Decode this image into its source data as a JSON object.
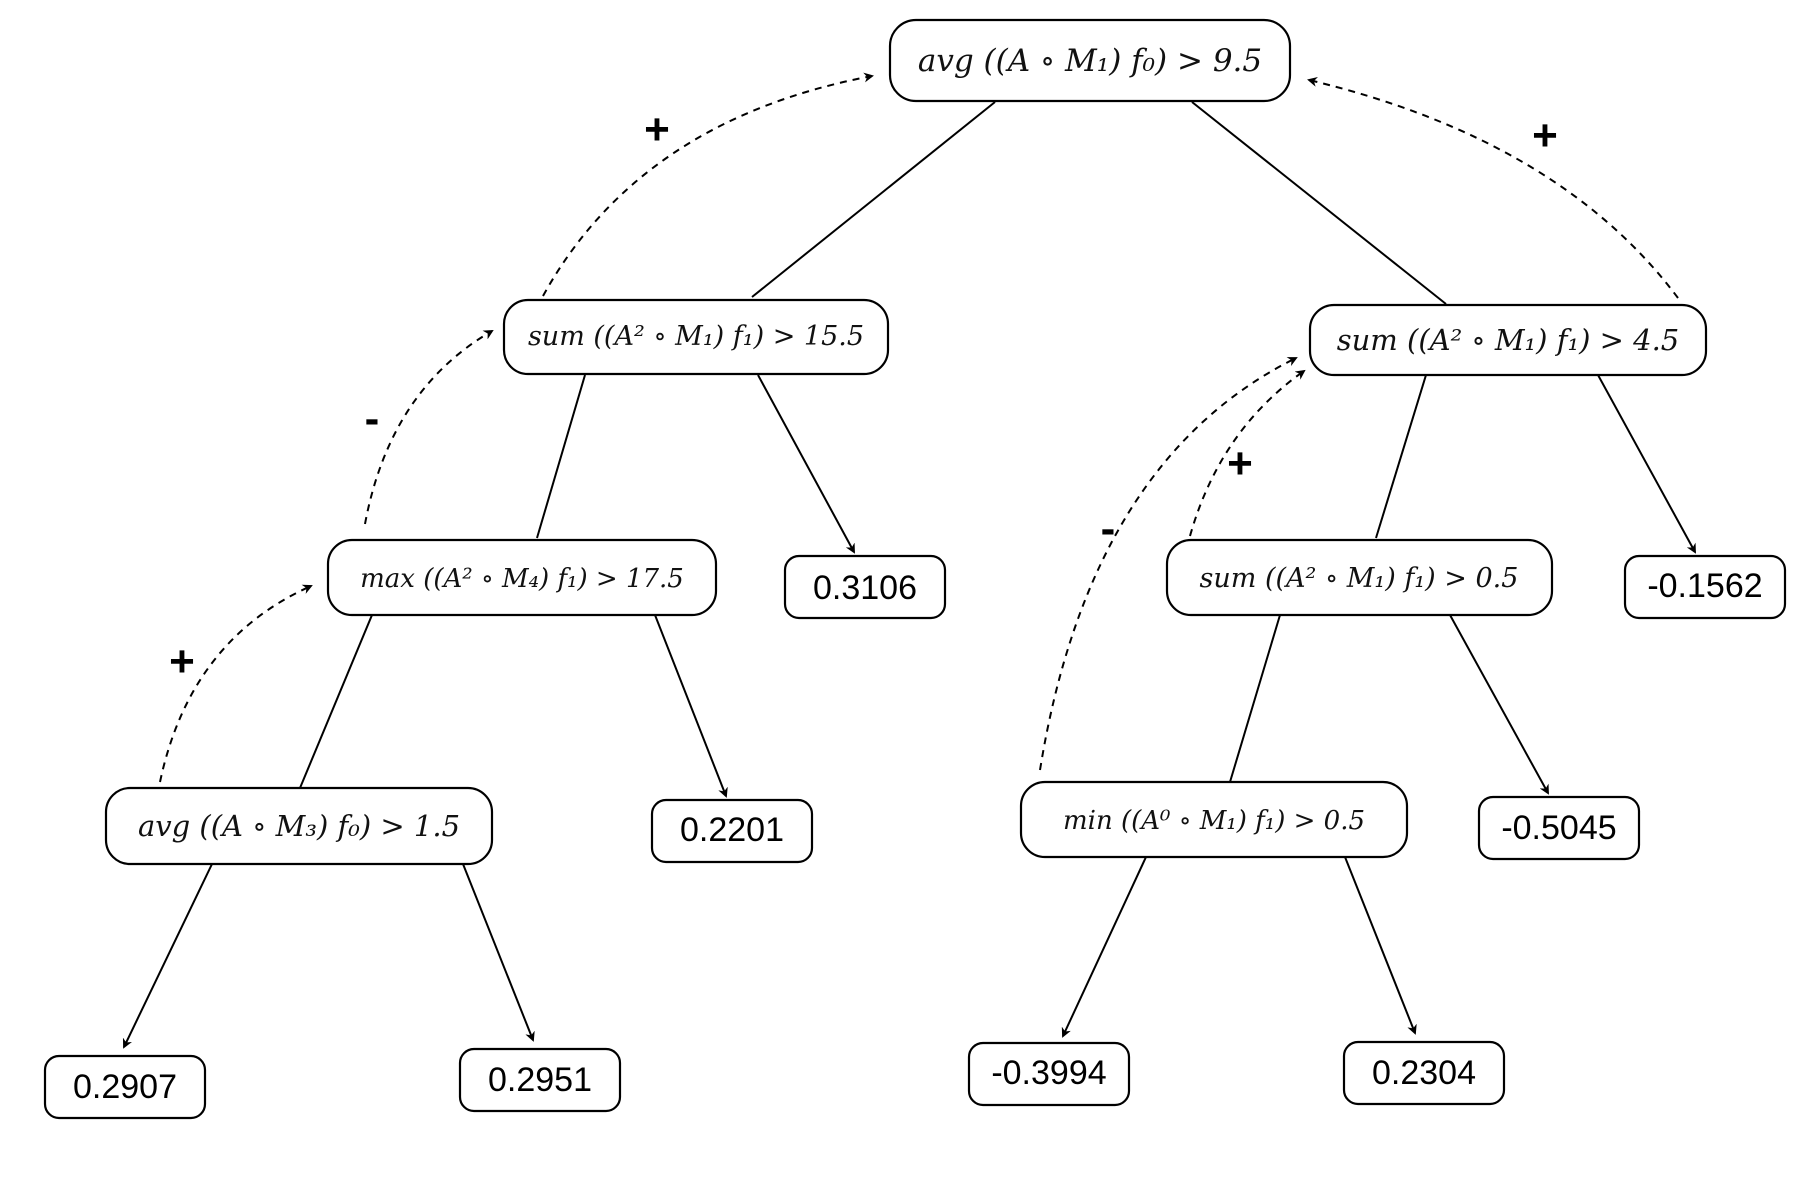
{
  "nodes": {
    "n0": {
      "text": "avg ((A ∘ M₁) f₀) > 9.5"
    },
    "n1": {
      "text": "sum ((A² ∘ M₁) f₁) > 15.5"
    },
    "n2": {
      "text": "sum ((A² ∘ M₁) f₁) > 4.5"
    },
    "n3": {
      "text": "max ((A² ∘ M₄) f₁) > 17.5"
    },
    "n4": {
      "text": "sum ((A² ∘ M₁) f₁) > 0.5"
    },
    "n5": {
      "text": "avg ((A ∘ M₃) f₀) > 1.5"
    },
    "n6": {
      "text": "min ((A⁰ ∘ M₁) f₁) > 0.5"
    }
  },
  "leaves": {
    "l1": "0.3106",
    "l2": "-0.1562",
    "l3": "0.2201",
    "l4": "-0.5045",
    "l5": "0.2907",
    "l6": "0.2951",
    "l7": "-0.3994",
    "l8": "0.2304"
  },
  "signs": {
    "s1": "+",
    "s2": "+",
    "s3": "-",
    "s4": "+",
    "s5": "-",
    "s6": "+"
  }
}
